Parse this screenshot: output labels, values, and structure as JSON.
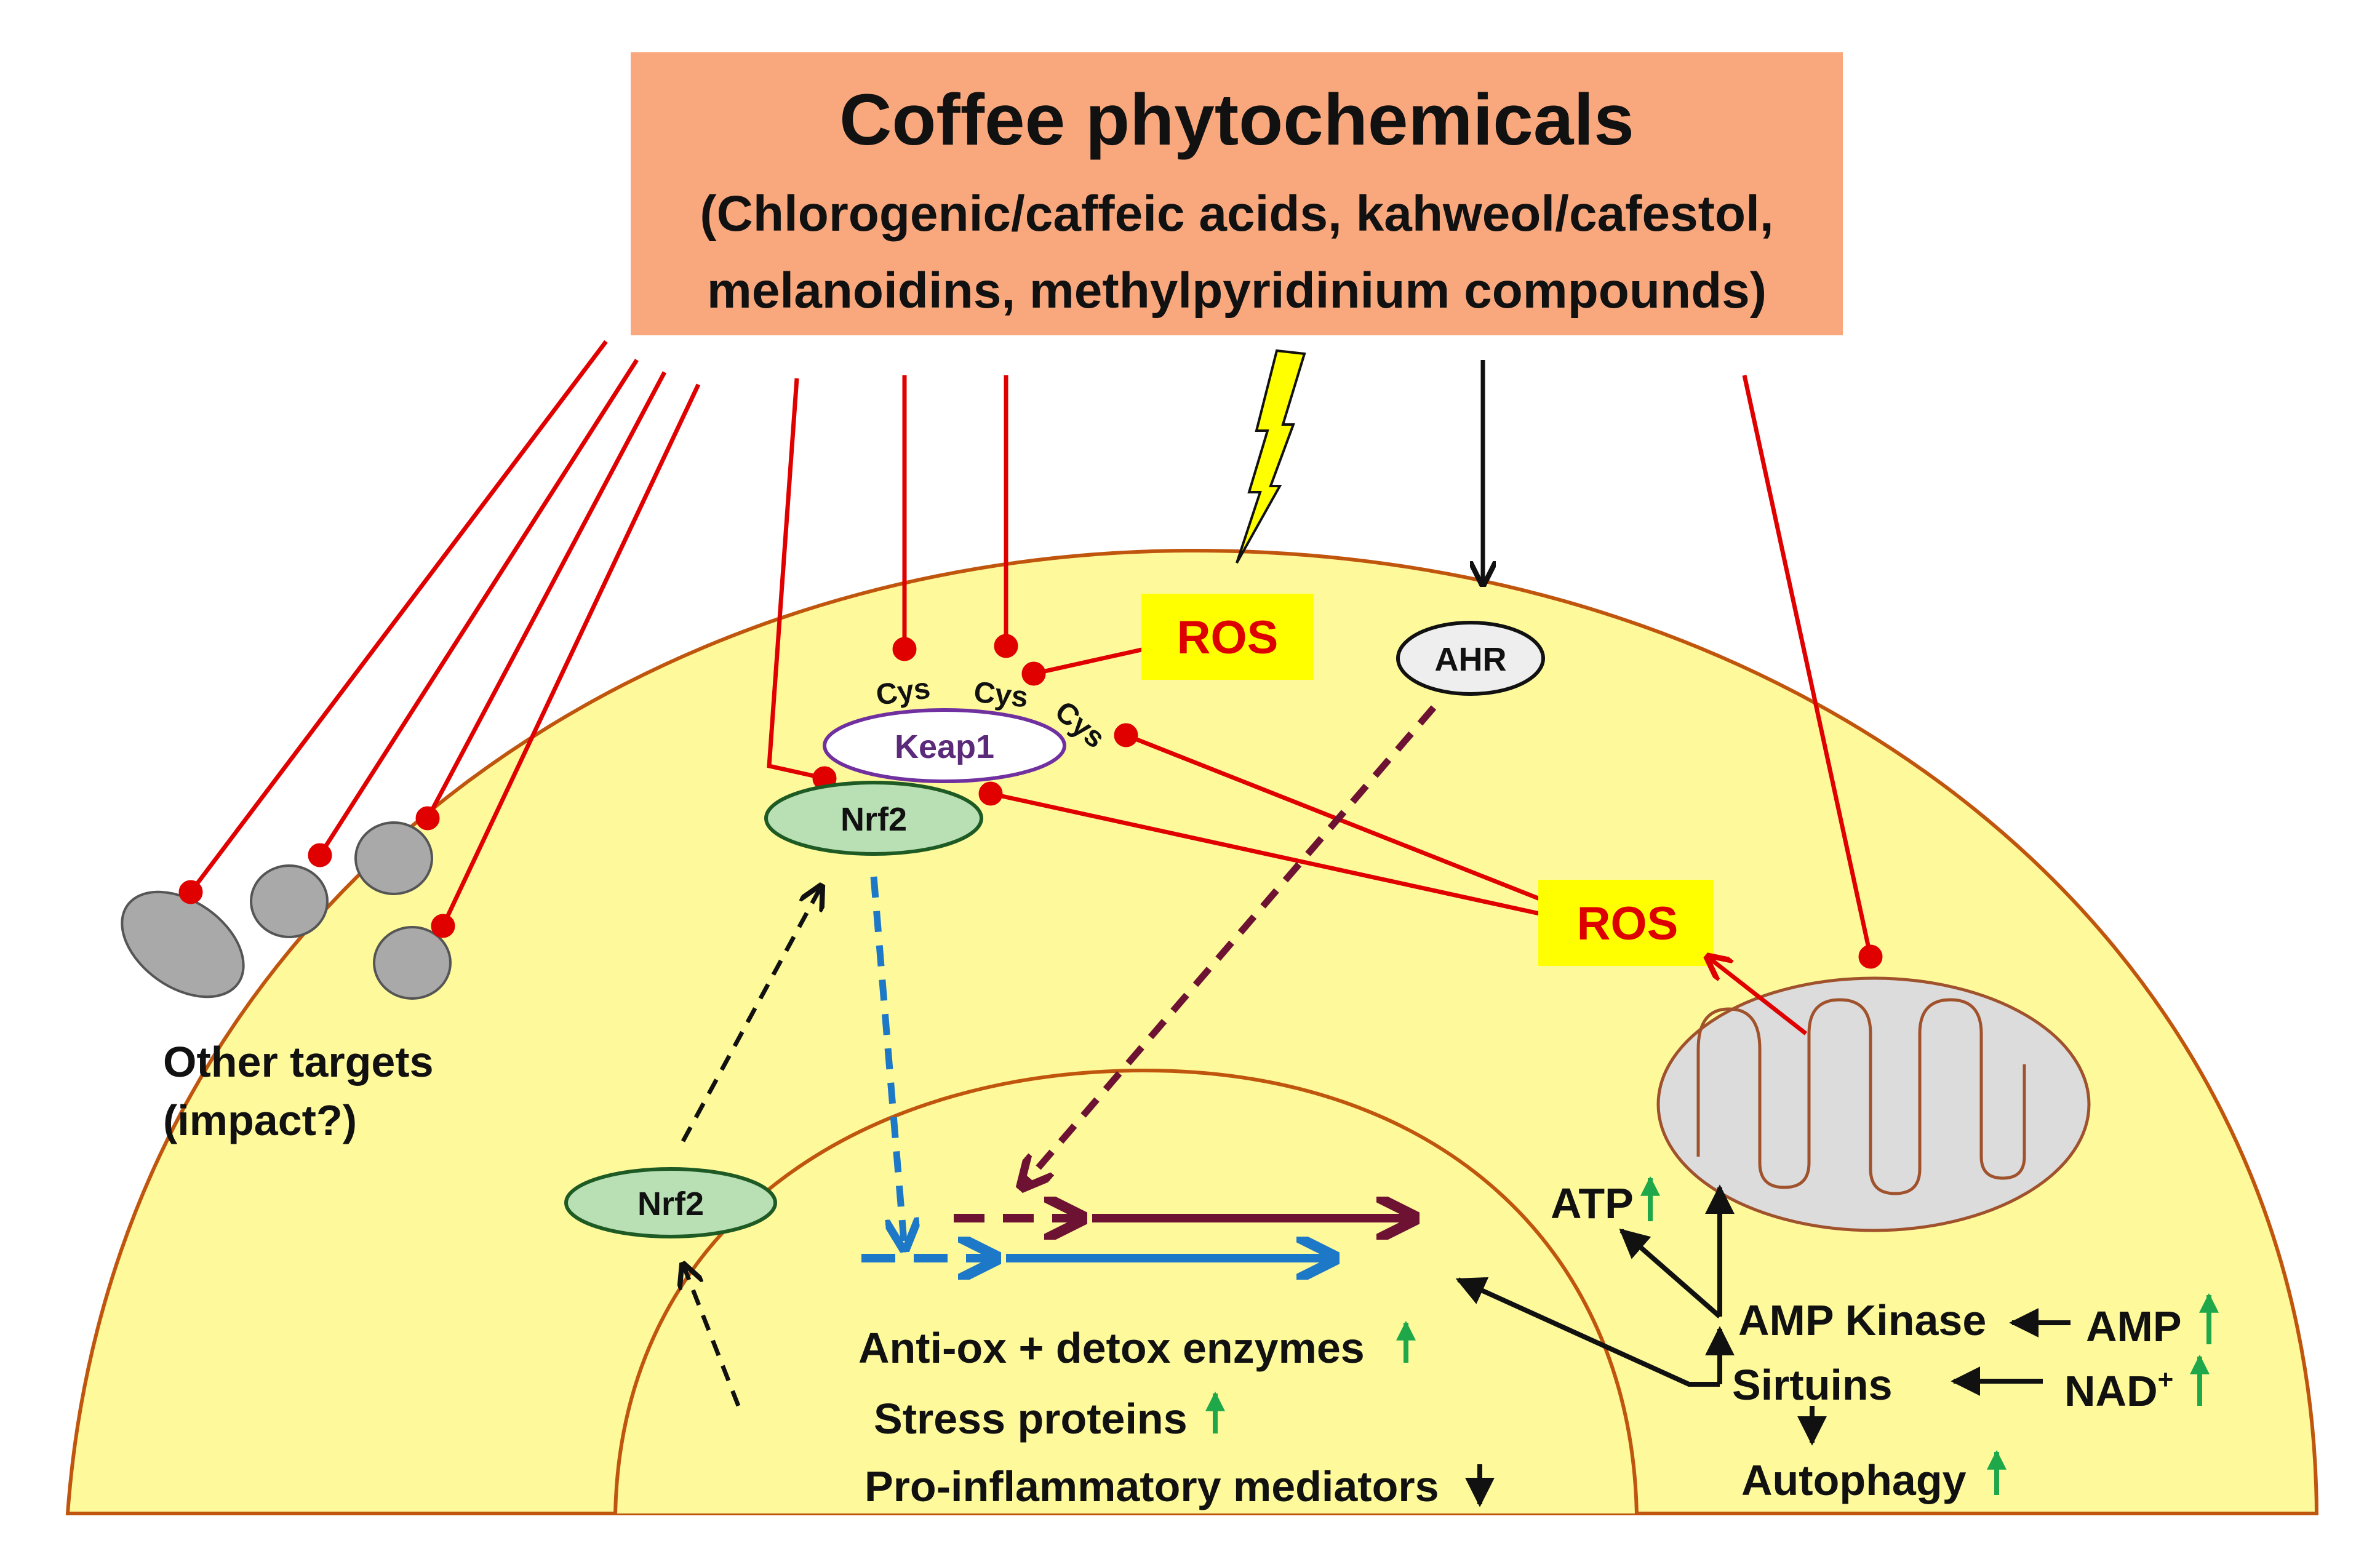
{
  "header": {
    "title": "Coffee phytochemicals",
    "subtitle_line1": "(Chlorogenic/caffeic acids, kahweol/cafestol,",
    "subtitle_line2": "melanoidins, methylpyridinium compounds)"
  },
  "nodes": {
    "ros": "ROS",
    "ahr": "AHR",
    "keap1": "Keap1",
    "nrf2": "Nrf2",
    "cys": "Cys"
  },
  "labels": {
    "other_targets_line1": "Other targets",
    "other_targets_line2": "(impact?)",
    "atp": "ATP",
    "amp_kinase": "AMP Kinase",
    "sirtuins": "Sirtuins",
    "autophagy": "Autophagy",
    "amp": "AMP",
    "nad": "NAD",
    "nad_sup": "+",
    "antiox": "Anti-ox + detox enzymes",
    "stress": "Stress proteins",
    "proinflam": "Pro-inflammatory mediators"
  },
  "colors": {
    "cell": "#fefa9c",
    "membrane": "#c0560e",
    "header_box": "#f9a87e",
    "inhibition": "#e00000",
    "ros_box": "#ffff00",
    "ros_text": "#dd0000",
    "keap1_stroke": "#7030a0",
    "keap1_text": "#5b2a7a",
    "nrf2_fill": "#b8e0b4",
    "nrf2_stroke": "#1e5a24",
    "arrow_blue": "#1e78c8",
    "arrow_maroon": "#6e1233",
    "up_arrow": "#1fa84a",
    "organelle": "#a9a9a9"
  }
}
